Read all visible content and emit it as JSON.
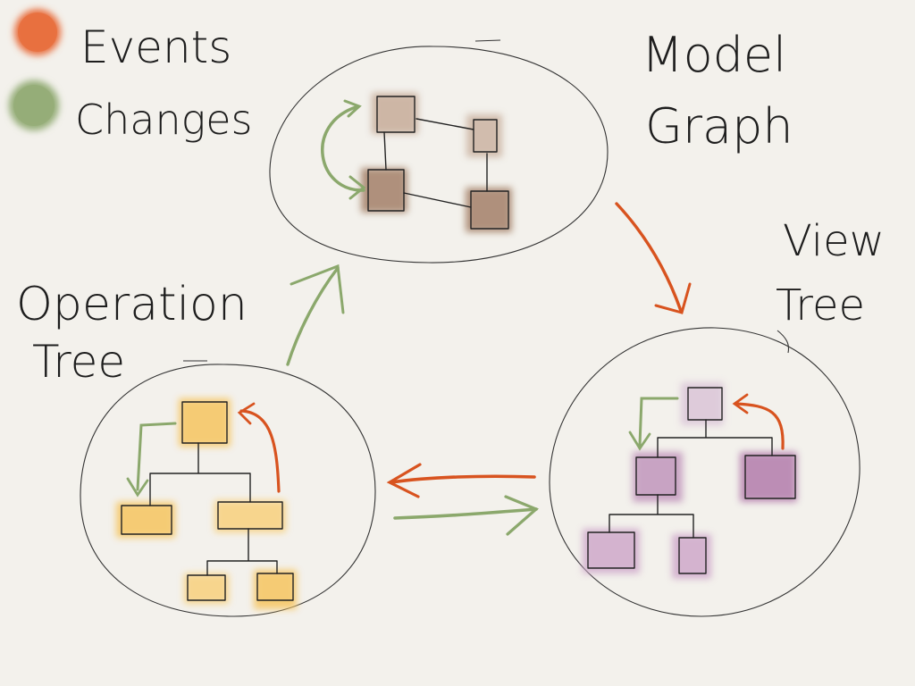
{
  "legend": {
    "items": [
      {
        "label": "Events",
        "color": "#e8703f"
      },
      {
        "label": "Changes",
        "color": "#95ad78"
      }
    ]
  },
  "labels": {
    "model_graph_line1": "Model",
    "model_graph_line2": "Graph",
    "view_tree_line1": "View",
    "view_tree_line2": "Tree",
    "operation_tree_line1": "Operation",
    "operation_tree_line2": "Tree"
  },
  "colors": {
    "event_arrow": "#d8531f",
    "change_arrow": "#8ba86c",
    "model_fill": "#b99a84",
    "operation_fill": "#f4c05a",
    "view_fill": "#c9a3c4",
    "ink": "#222222"
  }
}
